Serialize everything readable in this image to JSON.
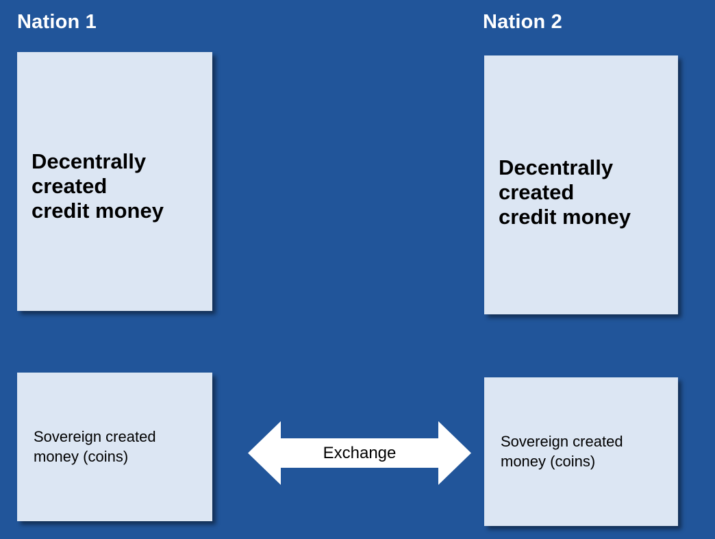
{
  "background_color": "#21559a",
  "box_fill_color": "#dce6f3",
  "title_color": "#ffffff",
  "text_color": "#000000",
  "arrow_color": "#ffffff",
  "nations": [
    {
      "title": "Nation 1",
      "credit_box_label": "Decentrally\ncreated\ncredit money",
      "coins_box_label": "Sovereign created\nmoney (coins)"
    },
    {
      "title": "Nation 2",
      "credit_box_label": "Decentrally\ncreated\ncredit money",
      "coins_box_label": "Sovereign created\nmoney (coins)"
    }
  ],
  "connector": {
    "label": "Exchange",
    "icon": "double-headed-horizontal-arrow-icon"
  }
}
